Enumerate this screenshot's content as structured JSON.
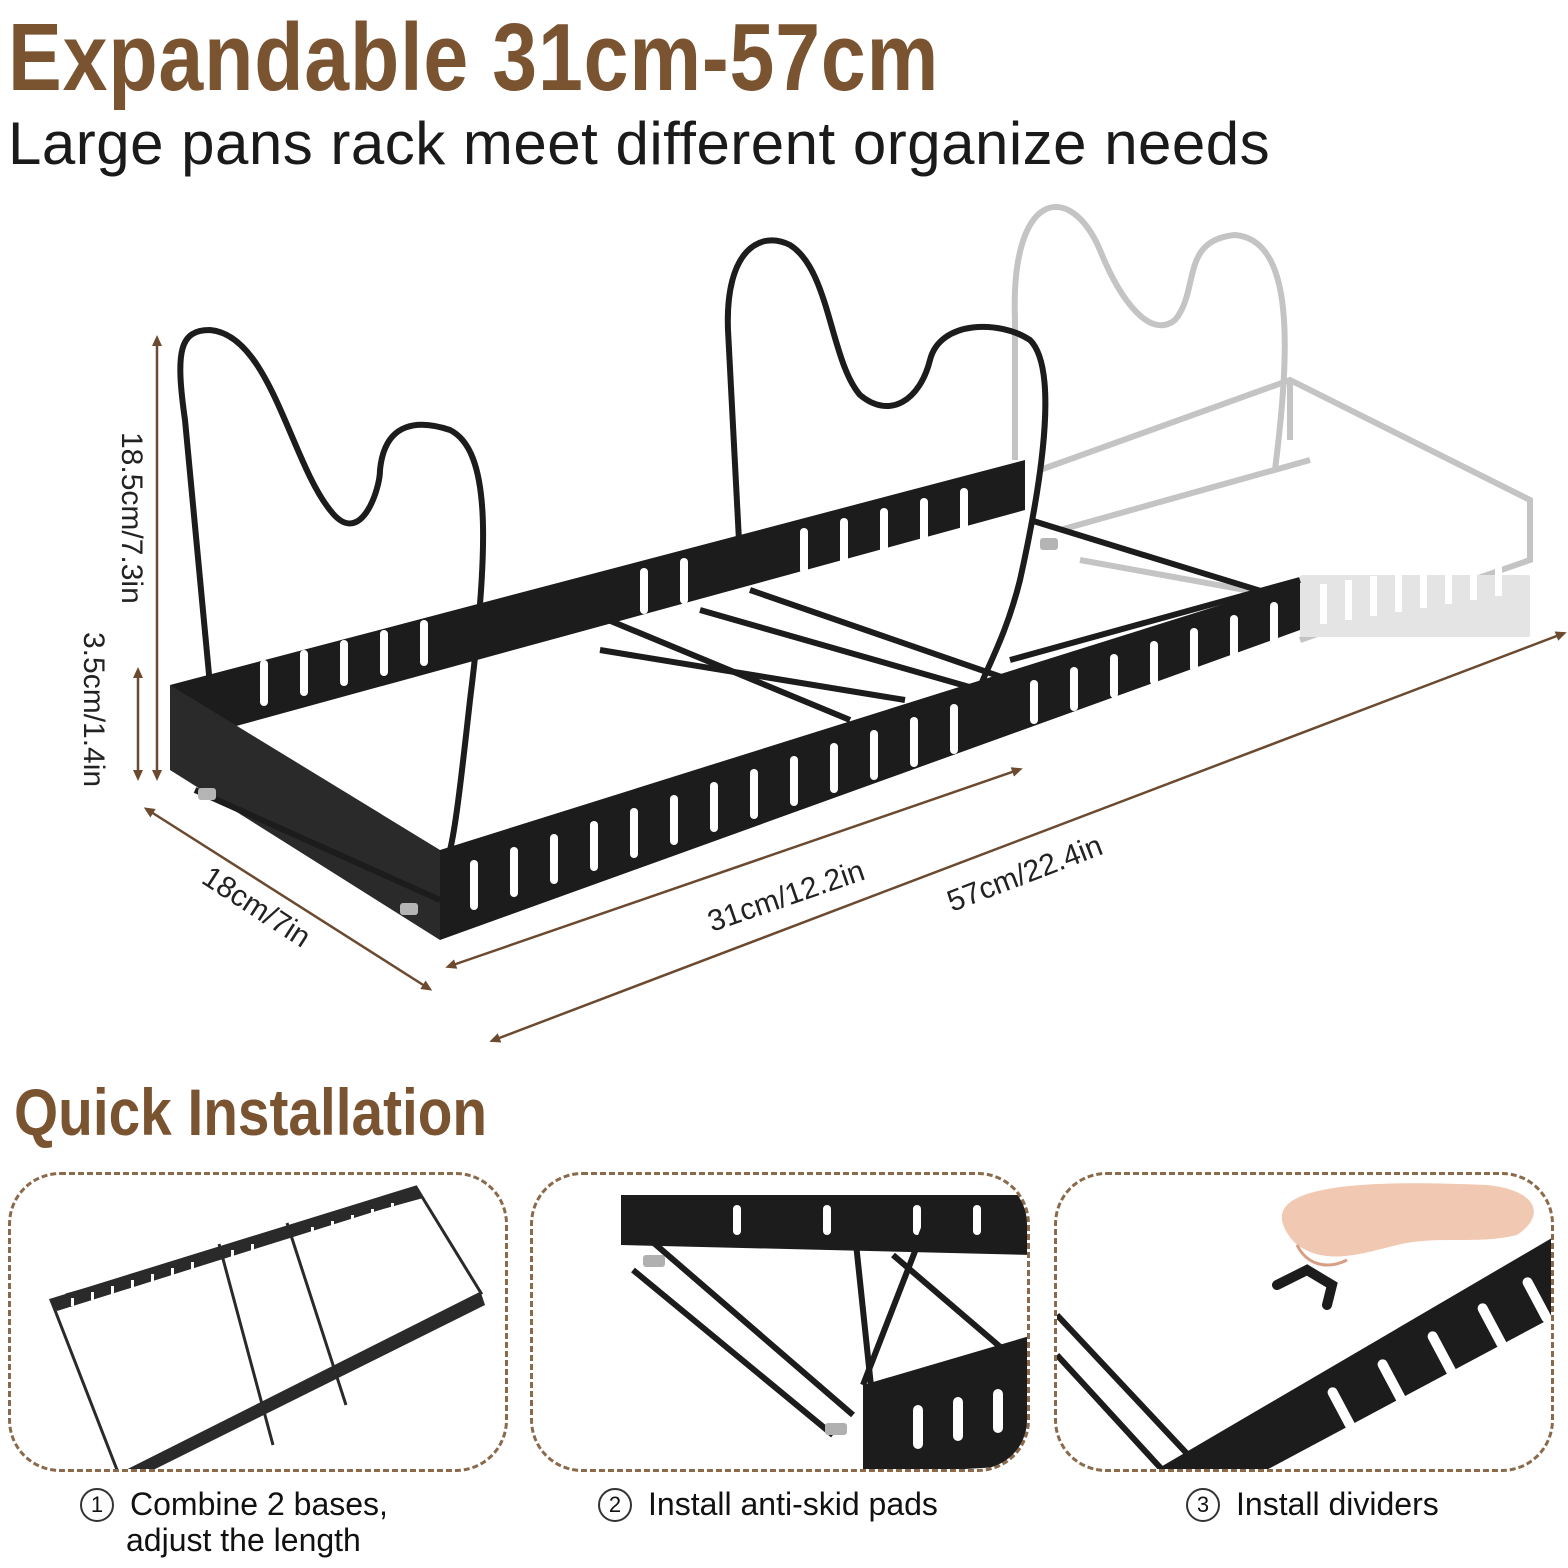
{
  "header": {
    "title": "Expandable 31cm-57cm",
    "subtitle": "Large pans rack meet different organize needs"
  },
  "dimensions": {
    "height_total": "18.5cm/7.3in",
    "base_height": "3.5cm/1.4in",
    "depth": "18cm/7in",
    "min_length": "31cm/12.2in",
    "max_length": "57cm/22.4in"
  },
  "installation": {
    "title": "Quick Installation",
    "steps": [
      {
        "number": "1",
        "line1": "Combine 2 bases,",
        "line2": "adjust the length"
      },
      {
        "number": "2",
        "line1": "Install anti-skid pads",
        "line2": ""
      },
      {
        "number": "3",
        "line1": "Install dividers",
        "line2": ""
      }
    ]
  },
  "colors": {
    "accent_brown": "#7a5331",
    "rack_black": "#1c1c1c",
    "rack_ghost_gray": "#c4c4c4",
    "arrow_brown": "#6b4a30",
    "dashed_border": "#8a6a4a"
  },
  "icons": {
    "rack": "pan-rack-illustration",
    "hand": "hand-photo"
  }
}
